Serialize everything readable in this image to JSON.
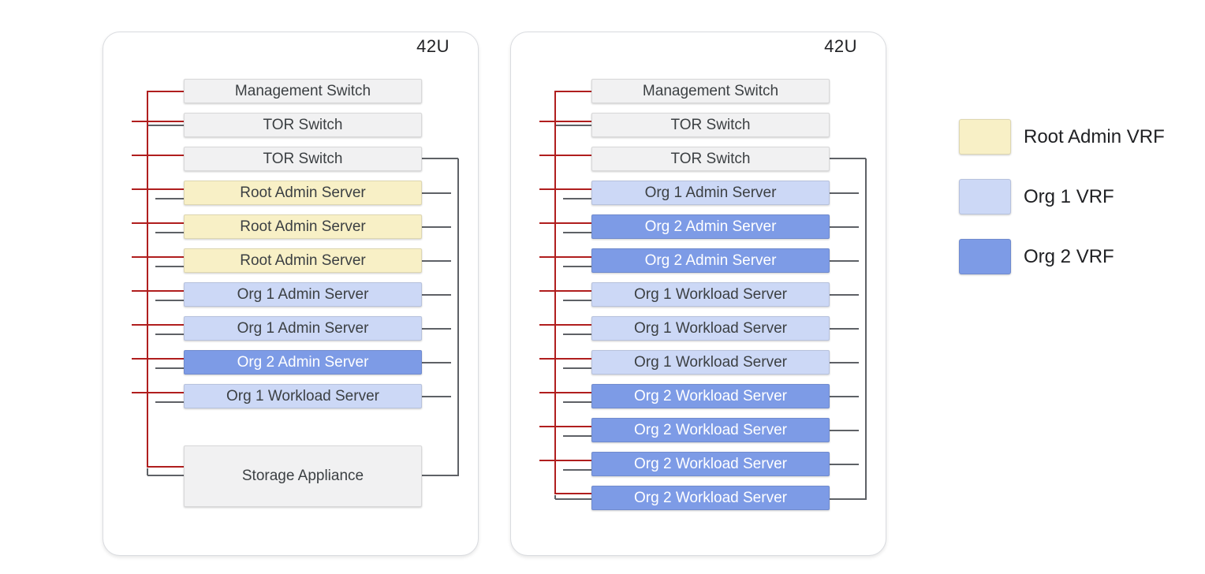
{
  "colors": {
    "management_network_line": "#B01E1E",
    "data_network_line": "#5E6166",
    "switch_fill": "#F1F1F2",
    "root_admin_vrf_fill": "#F8F0C6",
    "org1_vrf_fill": "#CCD8F6",
    "org2_vrf_fill": "#7D9BE6",
    "box_text": "#3C4043",
    "box_text_on_blue": "#FFFFFF",
    "rack_border": "#DADCE0"
  },
  "racks": [
    {
      "capacity_label": "42U",
      "units": [
        {
          "label": "Management Switch",
          "type": "switch"
        },
        {
          "label": "TOR Switch",
          "type": "switch"
        },
        {
          "label": "TOR Switch",
          "type": "switch"
        },
        {
          "label": "Root Admin Server",
          "type": "root"
        },
        {
          "label": "Root Admin Server",
          "type": "root"
        },
        {
          "label": "Root Admin Server",
          "type": "root"
        },
        {
          "label": "Org 1 Admin Server",
          "type": "org1"
        },
        {
          "label": "Org 1 Admin Server",
          "type": "org1"
        },
        {
          "label": "Org 2 Admin Server",
          "type": "org2"
        },
        {
          "label": "Org 1 Workload Server",
          "type": "org1"
        },
        {
          "label": "Storage Appliance",
          "type": "switch",
          "tall": true
        }
      ]
    },
    {
      "capacity_label": "42U",
      "units": [
        {
          "label": "Management Switch",
          "type": "switch"
        },
        {
          "label": "TOR Switch",
          "type": "switch"
        },
        {
          "label": "TOR Switch",
          "type": "switch"
        },
        {
          "label": "Org 1 Admin Server",
          "type": "org1"
        },
        {
          "label": "Org 2 Admin Server",
          "type": "org2"
        },
        {
          "label": "Org 2 Admin Server",
          "type": "org2"
        },
        {
          "label": "Org 1 Workload Server",
          "type": "org1"
        },
        {
          "label": "Org 1 Workload Server",
          "type": "org1"
        },
        {
          "label": "Org 1 Workload Server",
          "type": "org1"
        },
        {
          "label": "Org 2 Workload Server",
          "type": "org2"
        },
        {
          "label": "Org 2 Workload Server",
          "type": "org2"
        },
        {
          "label": "Org 2 Workload Server",
          "type": "org2"
        },
        {
          "label": "Org 2 Workload Server",
          "type": "org2"
        }
      ]
    }
  ],
  "legend": {
    "items": [
      {
        "label": "Root Admin VRF",
        "type": "root"
      },
      {
        "label": "Org 1 VRF",
        "type": "org1"
      },
      {
        "label": "Org 2 VRF",
        "type": "org2"
      }
    ]
  }
}
